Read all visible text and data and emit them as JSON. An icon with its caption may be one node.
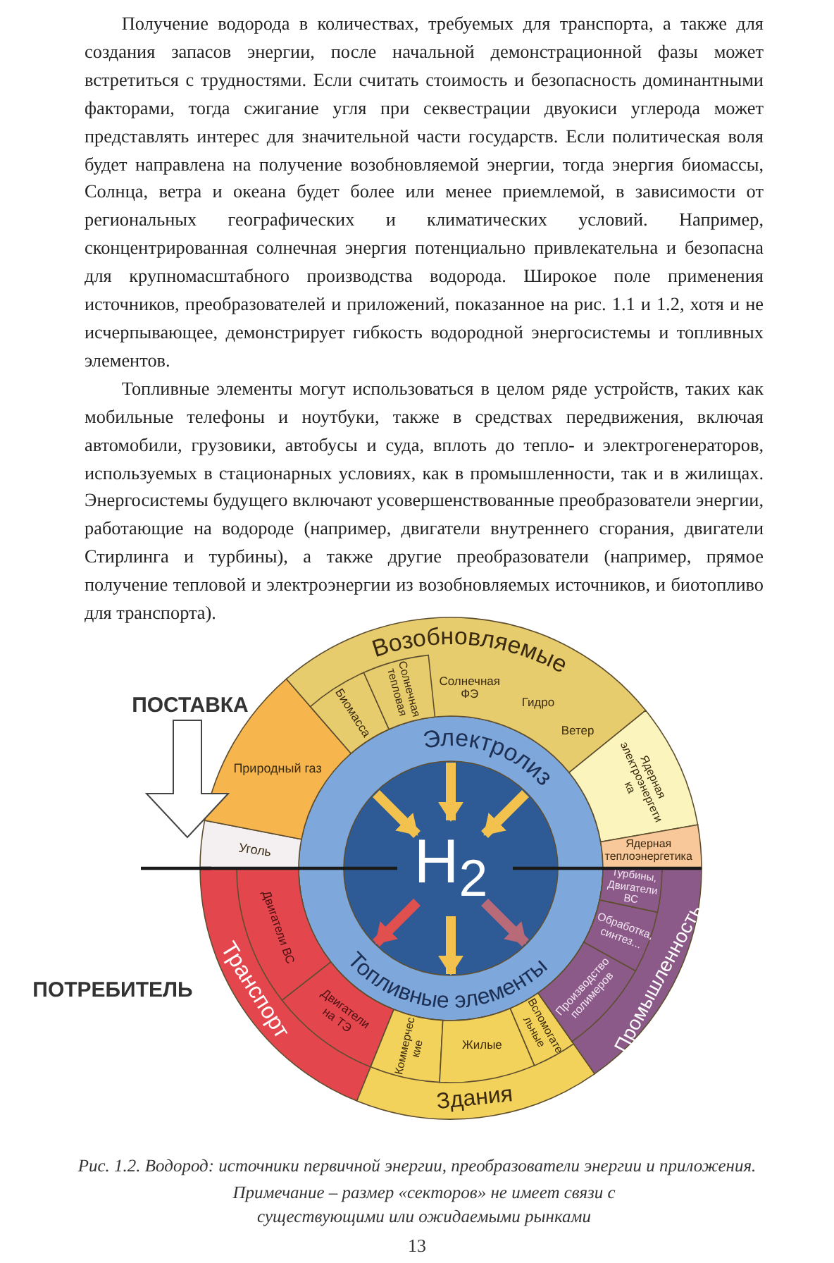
{
  "diagram": {
    "caption": "Рис. 1.2. Водород: источники первичной энергии, преобразователи энергии и приложения.",
    "nodes": [
      {
        "text": [
          "H$_{2}$"
        ]
      },
      {
        "text": [
          "Электролиз"
        ]
      },
      {
        "text": [
          "Топливные элементы"
        ]
      },
      {
        "text": [
          "Уголь"
        ]
      },
      {
        "text": [
          "Природный газ"
        ]
      },
      {
        "text": [
          "Возобновляемые",
          "Солнечная ФЭ",
          "Гидро",
          "Ветер"
        ]
      },
      {
        "text": [
          "Биомасса"
        ],
        "in": 5
      },
      {
        "text": [
          "Солнечная тепловая"
        ],
        "in": 5
      },
      {
        "text": [
          "Ядерная электроэнергетика"
        ]
      },
      {
        "text": [
          "Ядерная теплоэнергетика"
        ]
      },
      {
        "text": [
          "Транспорт"
        ]
      },
      {
        "text": [
          "Двигатели ВС"
        ],
        "in": 10
      },
      {
        "text": [
          "Двигатели на ТЭ"
        ],
        "in": 10
      },
      {
        "text": [
          "Здания"
        ]
      },
      {
        "text": [
          "Коммерческие"
        ],
        "in": 13
      },
      {
        "text": [
          "Жилые"
        ],
        "in": 13
      },
      {
        "text": [
          "Вспомогательные"
        ],
        "in": 13
      },
      {
        "text": [
          "Промышленность"
        ]
      },
      {
        "text": [
          "Производство полимеров"
        ],
        "in": 17
      },
      {
        "text": [
          "Обработка, синтез..."
        ],
        "in": 17
      },
      {
        "text": [
          "Турбины, Двигатели ВС"
        ],
        "in": 17
      },
      {
        "text": [
          "ПОСТАВКА"
        ]
      },
      {
        "text": [
          "ПОТРЕБИТЕЛЬ"
        ]
      }
    ],
    "edges": [
      {
        "from": 1,
        "to": 0,
        "arrow": "to"
      },
      {
        "from": 1,
        "to": 0,
        "arrow": "to"
      },
      {
        "from": 1,
        "to": 0,
        "arrow": "to"
      },
      {
        "from": 0,
        "to": 2,
        "arrow": "to",
        "color": "#e0504f"
      },
      {
        "from": 0,
        "to": 2,
        "arrow": "to"
      },
      {
        "from": 0,
        "to": 2,
        "arrow": "to",
        "color": "#b86a78"
      },
      {
        "from": 21,
        "to": null,
        "arrow": "to",
        "style": "thick",
        "color": "#ffffff"
      }
    ],
    "labels": [
      "Получение водорода в количествах, требуемых для транспорта, а также для создания запасов энергии, после начальной демонстрационной фазы может встретиться с трудностями. Если считать стоимость и безопасность доминантными факторами, тогда сжигание угля при секвестрации двуокиси углерода может представлять интерес для значительной части государств. Если политическая воля будет направлена на получение возобновляемой энергии, тогда энергия биомассы, Солнца, ветра и океана будет более или менее приемлемой, в зависимости от региональных географических и климатических условий. Например, сконцентрированная солнечная энергия потенциально привлекательна и безопасна для крупномасштабного производства водорода. Широкое поле применения источников, преобразователей и приложений, показанное на рис. 1.1 и 1.2, хотя и не исчерпывающее, демонстрирует гибкость водородной энергосистемы и топливных элементов.",
      "Топливные элементы могут использоваться в целом ряде устройств, таких как мобильные телефоны и ноутбуки, также в средствах передвижения, включая автомобили, грузовики, автобусы и суда, вплоть до тепло- и электрогенераторов, используемых в стационарных условиях, как в промышленности, так и в жилищах. Энергосистемы будущего включают усовершенствованные преобразователи энергии, работающие на водороде (например, двигатели внутреннего сгорания, двигатели Стирлинга и турбины), а также другие преобразователи (например, прямое получение тепловой и электроэнергии из возобновляемых источников, и биотопливо для транспорта).",
      "Примечание – размер «секторов» не имеет связи с существующими или ожидаемыми рынками",
      "13"
    ]
  }
}
